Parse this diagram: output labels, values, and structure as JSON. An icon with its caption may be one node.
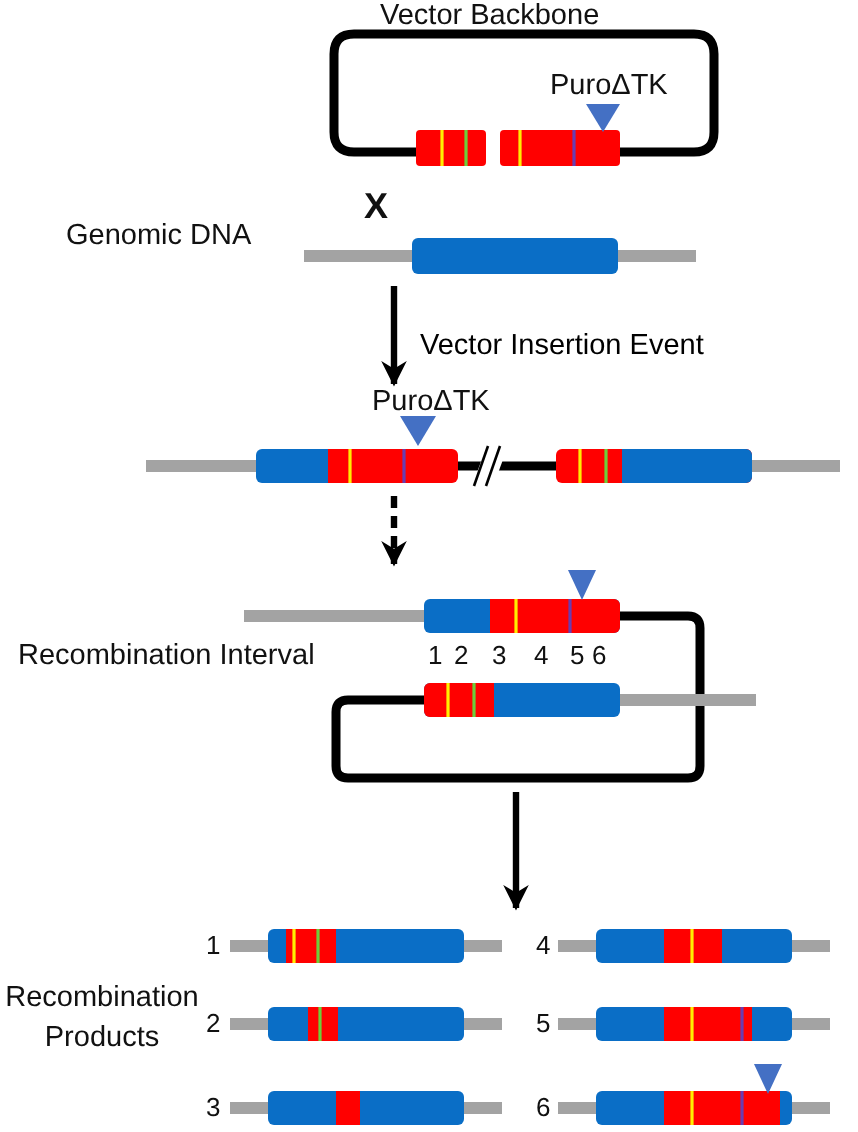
{
  "diagram": {
    "nodes": [
      {
        "text": [
          "Vector Backbone",
          "PuroΔTK"
        ]
      },
      {
        "text": [
          "Genomic DNA"
        ]
      },
      {
        "text": [
          "PuroΔTK"
        ]
      },
      {
        "text": [
          "Recombination Interval",
          "1",
          "2",
          "3",
          "4",
          "5",
          "6"
        ]
      },
      {
        "text": [
          "Recombination Products",
          "1",
          "2",
          "3",
          "4",
          "5",
          "6"
        ]
      }
    ],
    "edges": [
      {
        "from": 1,
        "to": 2,
        "arrow": "to",
        "label": "Vector Insertion Event"
      },
      {
        "from": 2,
        "to": 3,
        "arrow": "to",
        "style": "dashed"
      },
      {
        "from": 3,
        "to": 4,
        "arrow": "to"
      }
    ],
    "labels": [
      "X"
    ]
  }
}
